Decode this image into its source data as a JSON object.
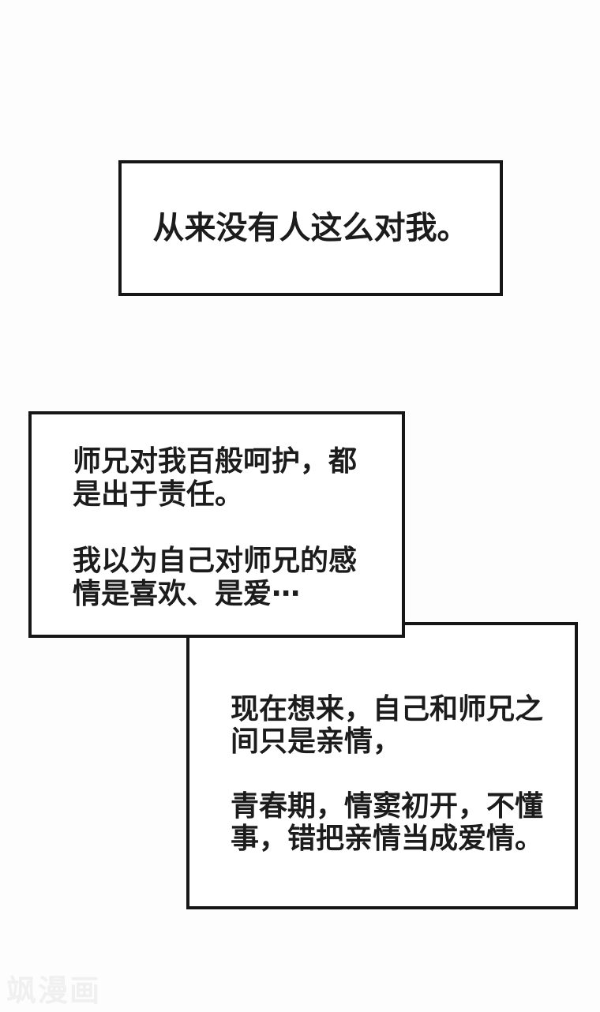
{
  "style": {
    "page_background": "#fdfdfd",
    "panel_fill": "#ffffff",
    "panel_border_color": "#161616",
    "text_color": "#1c1c1c",
    "watermark_color": "#f0f0f0"
  },
  "panels": [
    {
      "name": "narration-box-1",
      "lines": [
        "从来没有人这么对我。"
      ]
    },
    {
      "name": "narration-box-2",
      "lines": [
        "师兄对我百般呵护，都",
        "是出于责任。",
        "",
        "我以为自己对师兄的感",
        "情是喜欢、是爱⋯"
      ]
    },
    {
      "name": "narration-box-3",
      "lines": [
        "现在想来，自己和师兄之",
        "间只是亲情，",
        "",
        "青春期，情窦初开，不懂",
        "事，错把亲情当成爱情。"
      ]
    }
  ],
  "watermark": {
    "text": "飒漫画"
  }
}
